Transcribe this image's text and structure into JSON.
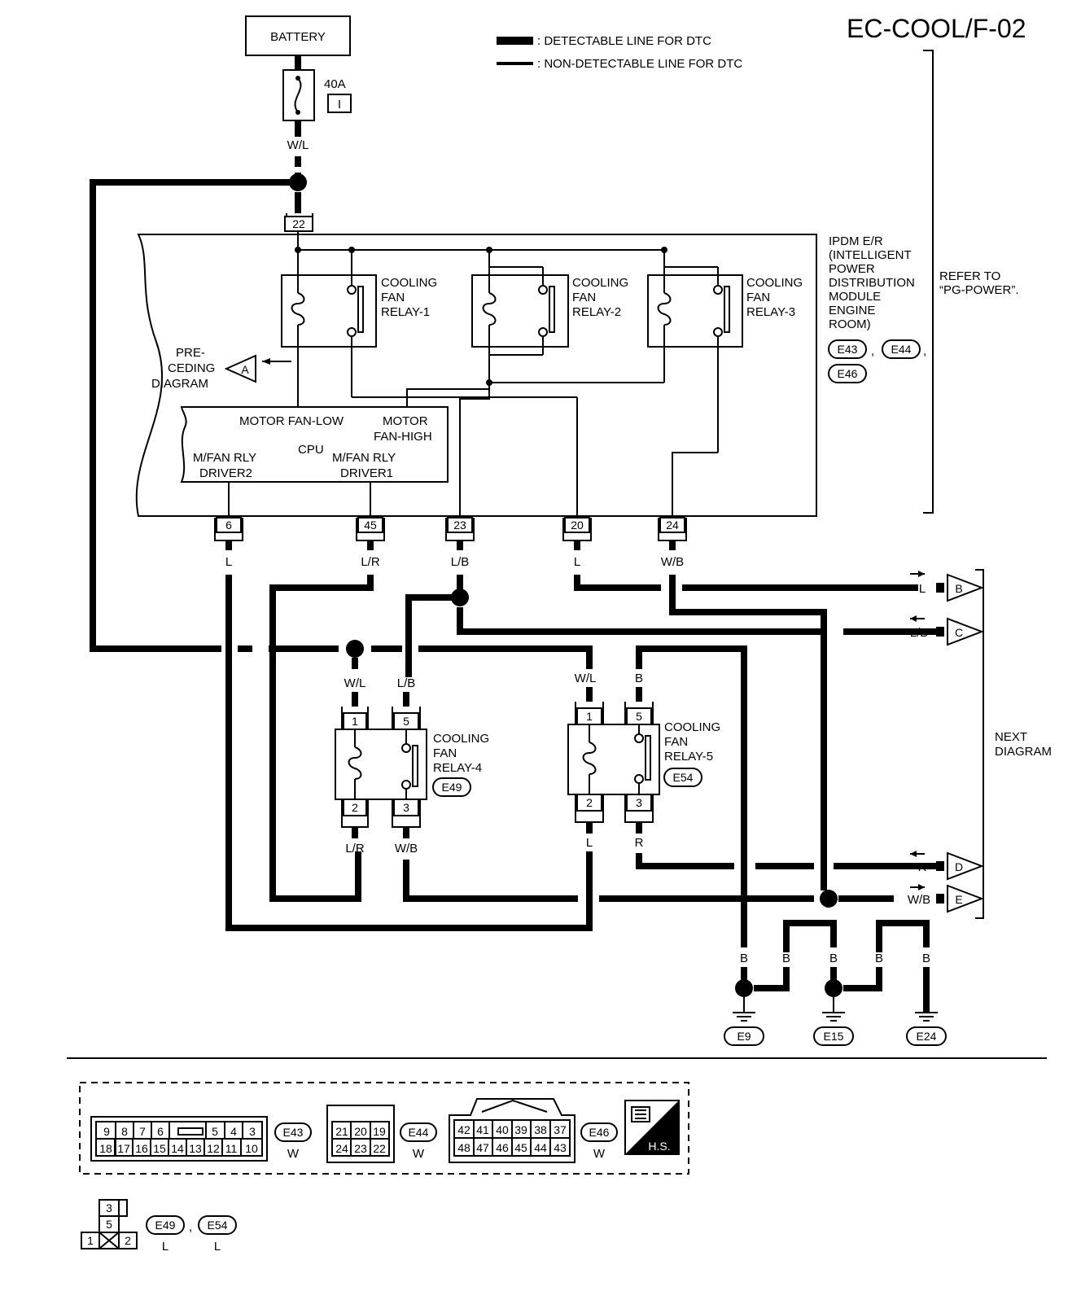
{
  "diagram_code": "EC-COOL/F-02",
  "legend": {
    "detectable": ": DETECTABLE LINE FOR DTC",
    "non_detectable": ": NON-DETECTABLE LINE FOR DTC"
  },
  "battery": "BATTERY",
  "fuse": {
    "amps": "40A",
    "id": "I"
  },
  "wire_battery": "W/L",
  "ipdm": {
    "lines": [
      "IPDM E/R",
      "(INTELLIGENT",
      "POWER",
      "DISTRIBUTION",
      "MODULE",
      "ENGINE",
      "ROOM)"
    ],
    "connectors": [
      "E43",
      "E44",
      "E46"
    ],
    "sep": ","
  },
  "refer": [
    "REFER TO",
    "“PG-POWER”."
  ],
  "relays": {
    "r1": [
      "COOLING",
      "FAN",
      "RELAY-1"
    ],
    "r2": [
      "COOLING",
      "FAN",
      "RELAY-2"
    ],
    "r3": [
      "COOLING",
      "FAN",
      "RELAY-3"
    ],
    "r4": [
      "COOLING",
      "FAN",
      "RELAY-4"
    ],
    "r5": [
      "COOLING",
      "FAN",
      "RELAY-5"
    ],
    "r4_conn": "E49",
    "r5_conn": "E54"
  },
  "preceding": [
    "PRE-",
    "CEDING",
    "DIAGRAM"
  ],
  "preceding_ref": "A",
  "cpu": {
    "label": "CPU",
    "motor_low": "MOTOR FAN-LOW",
    "motor_high": [
      "MOTOR",
      "FAN-HIGH"
    ],
    "driver2": [
      "M/FAN RLY",
      "DRIVER2"
    ],
    "driver1": [
      "M/FAN RLY",
      "DRIVER1"
    ]
  },
  "pins": {
    "p22": "22",
    "p6": "6",
    "p45": "45",
    "p23": "23",
    "p20": "20",
    "p24": "24",
    "r4_1": "1",
    "r4_5": "5",
    "r4_2": "2",
    "r4_3": "3",
    "r5_1": "1",
    "r5_5": "5",
    "r5_2": "2",
    "r5_3": "3"
  },
  "wires": {
    "w6": "L",
    "w45": "L/R",
    "w23": "L/B",
    "w20": "L",
    "w24": "W/B",
    "r4_in1": "W/L",
    "r4_in5": "L/B",
    "r4_out2": "L/R",
    "r4_out3": "W/B",
    "r5_in1": "W/L",
    "r5_in5": "B",
    "r5_out2": "L",
    "r5_out3": "R",
    "outB": "L",
    "outC": "L/B",
    "outD": "R",
    "outE": "W/B",
    "g1": "B",
    "g2": "B",
    "g3": "B",
    "g4": "B",
    "g5": "B"
  },
  "next_refs": [
    "B",
    "C",
    "D",
    "E"
  ],
  "next_diagram": [
    "NEXT",
    "DIAGRAM"
  ],
  "grounds": [
    "E9",
    "E15",
    "E24"
  ],
  "connector_views": {
    "e43": {
      "top": [
        "9",
        "8",
        "7",
        "6",
        "",
        "5",
        "4",
        "3"
      ],
      "bottom": [
        "18",
        "17",
        "16",
        "15",
        "14",
        "13",
        "12",
        "11",
        "10"
      ],
      "id": "E43",
      "color": "W"
    },
    "e44": {
      "top": [
        "21",
        "20",
        "19"
      ],
      "bottom": [
        "24",
        "23",
        "22"
      ],
      "id": "E44",
      "color": "W"
    },
    "e46": {
      "top": [
        "42",
        "41",
        "40",
        "39",
        "38",
        "37"
      ],
      "bottom": [
        "48",
        "47",
        "46",
        "45",
        "44",
        "43"
      ],
      "id": "E46",
      "color": "W"
    },
    "hs": "H.S.",
    "e49": {
      "pins": [
        "3",
        "5",
        "1",
        "2"
      ],
      "id": "E49",
      "color": "L",
      "sep": ","
    },
    "e54": {
      "id": "E54",
      "color": "L"
    }
  }
}
